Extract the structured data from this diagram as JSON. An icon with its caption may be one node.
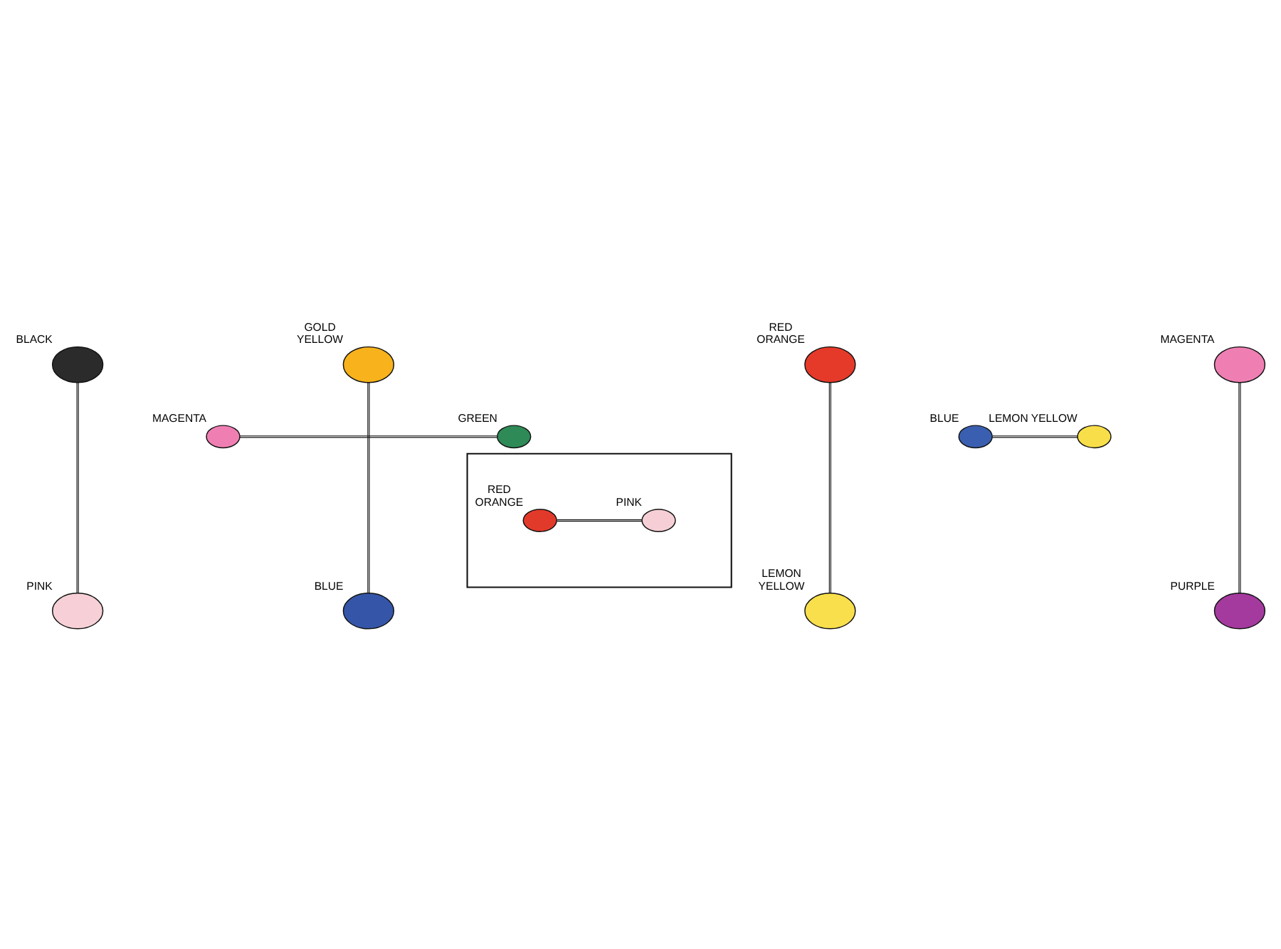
{
  "diagram": {
    "nodes": [
      {
        "text": [],
        "shape": "circle",
        "beside": [
          "BLACK"
        ]
      },
      {
        "text": [],
        "shape": "circle",
        "beside": [
          "GOLD YELLOW"
        ]
      },
      {
        "text": [],
        "shape": "circle",
        "beside": [
          "RED ORANGE"
        ]
      },
      {
        "text": [],
        "shape": "circle",
        "beside": [
          "MAGENTA"
        ]
      },
      {
        "text": [],
        "shape": "circle",
        "beside": [
          "MAGENTA"
        ]
      },
      {
        "text": [],
        "shape": "circle",
        "beside": [
          "GREEN"
        ]
      },
      {
        "text": [],
        "shape": "circle",
        "beside": [
          "BLUE"
        ]
      },
      {
        "text": [],
        "shape": "circle",
        "beside": [
          "LEMON YELLOW"
        ]
      },
      {
        "text": [],
        "shape": "box"
      },
      {
        "text": [],
        "shape": "circle",
        "beside": [
          "RED ORANGE"
        ],
        "in": 8
      },
      {
        "text": [],
        "shape": "circle",
        "beside": [
          "PINK"
        ],
        "in": 8
      },
      {
        "text": [],
        "shape": "circle",
        "beside": [
          "PINK"
        ]
      },
      {
        "text": [],
        "shape": "circle",
        "beside": [
          "BLUE"
        ]
      },
      {
        "text": [],
        "shape": "circle",
        "beside": [
          "LEMON YELLOW"
        ]
      },
      {
        "text": [],
        "shape": "circle",
        "beside": [
          "PURPLE"
        ]
      }
    ],
    "edges": [
      {
        "from": 0,
        "to": 11,
        "arrow": "none"
      },
      {
        "from": 1,
        "to": 12,
        "arrow": "none"
      },
      {
        "from": 2,
        "to": 13,
        "arrow": "none"
      },
      {
        "from": 3,
        "to": 14,
        "arrow": "none"
      },
      {
        "from": 4,
        "to": 5,
        "arrow": "none"
      },
      {
        "from": 6,
        "to": 7,
        "arrow": "none"
      },
      {
        "from": 9,
        "to": 10,
        "arrow": "none"
      }
    ]
  }
}
